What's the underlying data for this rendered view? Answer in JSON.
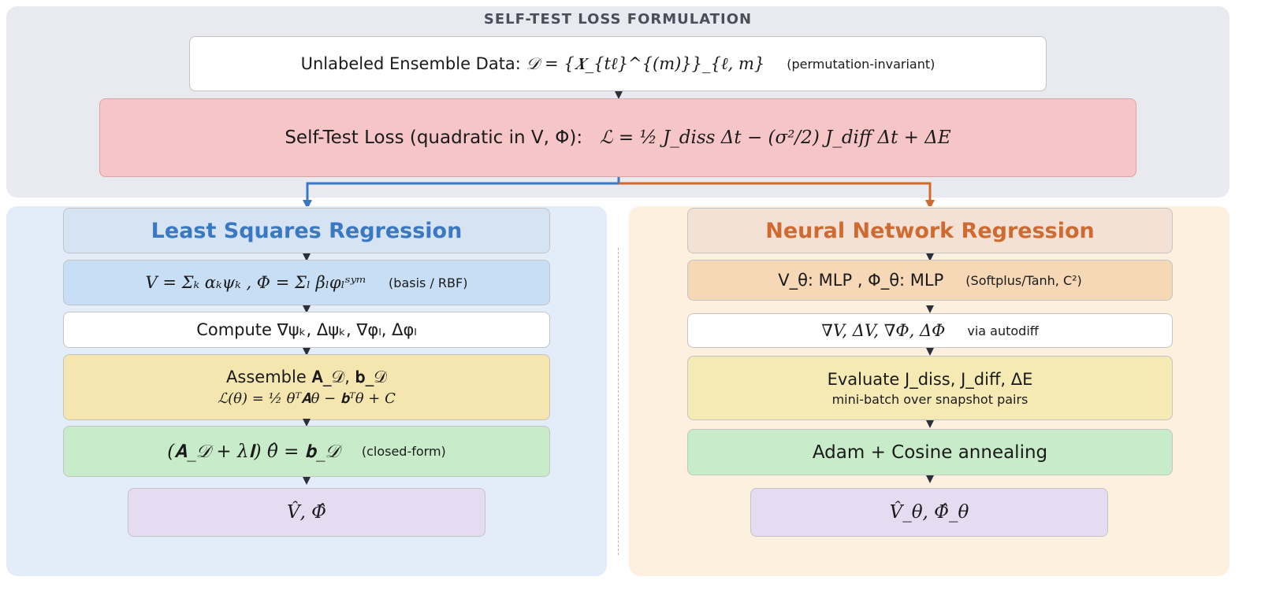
{
  "top": {
    "title": "SELF-TEST LOSS FORMULATION",
    "data_label": "Unlabeled Ensemble Data:",
    "data_formula": "𝒟 = {𝑿_{tℓ}^{(m)}}_{ℓ, m}",
    "data_note": "(permutation-invariant)",
    "loss_label": "Self-Test Loss (quadratic in V, Φ):",
    "loss_formula": "ℒ = ½ J_diss Δt − (σ²/2) J_diff Δt + ΔE"
  },
  "left": {
    "title": "Least Squares Regression",
    "basis_formula": "V = Σₖ αₖψₖ ,  Φ = Σₗ βₗφₗˢʸᵐ",
    "basis_note": "(basis / RBF)",
    "compute": "Compute ∇ψₖ, Δψₖ,  ∇φₗ, Δφₗ",
    "assemble": "Assemble 𝐀_𝒟, 𝐛_𝒟",
    "assemble_formula": "ℒ(θ) = ½ θᵀ𝐀θ − 𝐛ᵀθ + C",
    "solve_formula": "(𝐀_𝒟 + λ𝐈) θ̂ = 𝐛_𝒟",
    "solve_note": "(closed-form)",
    "output": "V̂, Φ̂"
  },
  "right": {
    "title": "Neural Network Regression",
    "mlp_formula": "V_θ: MLP ,   Φ_θ: MLP",
    "mlp_note": "(Softplus/Tanh, C²)",
    "autodiff_formula": "∇V, ΔV,  ∇Φ, ΔΦ",
    "autodiff_note": "via autodiff",
    "evaluate": "Evaluate J_diss, J_diff, ΔE",
    "evaluate_note": "mini-batch over snapshot pairs",
    "optimizer": "Adam + Cosine annealing",
    "output": "V̂_θ, Φ̂_θ"
  },
  "colors": {
    "blue": "#3a78c2",
    "orange": "#cf6a30"
  }
}
